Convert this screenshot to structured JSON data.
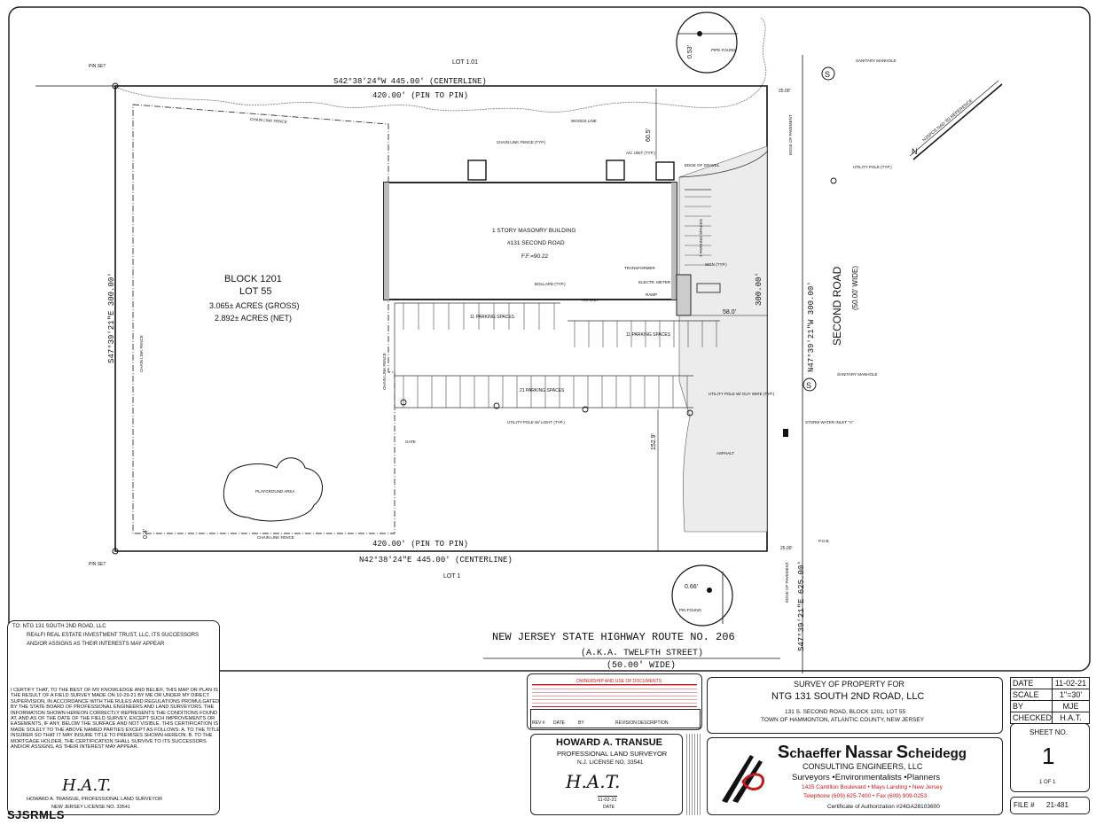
{
  "plan": {
    "lot_north": "LOT 1.01",
    "lot_south": "LOT 1",
    "north_bearing": "S42°38'24\"W 445.00' (CENTERLINE)",
    "north_pin": "420.00' (PIN TO PIN)",
    "south_pin": "420.00' (PIN TO PIN)",
    "south_bearing": "N42°38'24\"E 445.00' (CENTERLINE)",
    "west_bearing": "S47°39'21\"E 300.00'",
    "east_bearing": "N47°39'21\"W 300.00'",
    "east_dim": "300.00'",
    "hwy_bearing": "S47°39'21\"E 625.00'",
    "pin_set_nw": "PIN SET",
    "pin_set_sw": "PIN SET",
    "block": "BLOCK 1201",
    "lot": "LOT 55",
    "acres_gross": "3.065± ACRES (GROSS)",
    "acres_net": "2.892± ACRES (NET)",
    "building_line1": "1 STORY MASONRY BUILDING",
    "building_line2": "#131 SECOND ROAD",
    "building_ff": "F.F.=90.22",
    "chain_link_fence_top": "CHAIN LINK FENCE",
    "chain_link_fence_bottom": "CHAIN LINK FENCE",
    "chain_link_fence_west": "CHAIN LINK FENCE",
    "chain_link_fence_mid": "CHAIN LINK FENCE",
    "chain_link_fence_typ": "CHAIN LINK FENCE (TYP.)",
    "ac_unit_typ": "A/C UNIT (TYP.)",
    "ac_unit": "A/C UNIT",
    "woods_line": "WOODS LINE",
    "edge_of_gravel": "EDGE OF GRAVEL",
    "edge_of_pavement_n": "EDGE OF PAVEMENT",
    "edge_of_pavement_s": "EDGE OF PAVEMENT",
    "parking_7": "7 PARKING SPACES",
    "parking_11a": "11 PARKING SPACES",
    "parking_11b": "11 PARKING SPACES",
    "parking_21": "21 PARKING SPACES",
    "transformer": "TRANSFORMER",
    "electr_meter": "ELECTR. METER",
    "ramp": "RAMP",
    "sign": "SIGN (TYP.)",
    "bollard": "BOLLARD (TYP.)",
    "utility_pole_light": "UTILITY POLE W/ LIGHT (TYP.)",
    "utility_pole_guy": "UTILITY POLE W/ GUY WIRE (TYP.)",
    "utility_pole_typ": "UTILITY POLE (TYP.)",
    "sanitary_n": "SANITARY MANHOLE",
    "sanitary_s": "SANITARY MANHOLE",
    "storm_water": "STORM WATER INLET \"A\"",
    "asphalt": "ASPHALT",
    "gate": "GATE",
    "playground": "PLAYGROUND AREA",
    "pipe_found": "PIPE FOUND",
    "pin_found": "PIN FOUND",
    "pob": "P.O.B.",
    "nad_ref": "NJSPCS NAD '83 REFERENCE",
    "dim_60_5": "60.5'",
    "dim_58": "58.0'",
    "dim_152_9": "152.9'",
    "dim_0_4": "0.4'",
    "dim_0_53": "0.53'",
    "dim_0_66": "0.66'",
    "dim_25_n": "25.00'",
    "dim_25_s": "25.00'",
    "road_name": "SECOND ROAD",
    "road_width": "(50.00' WIDE)",
    "hwy_name": "NEW JERSEY STATE HIGHWAY ROUTE NO. 206",
    "hwy_aka": "(A.K.A. TWELFTH STREET)",
    "hwy_width": "(50.00' WIDE)",
    "north_letter": "N"
  },
  "certification": {
    "to1": "TO: NTG 131 SOUTH 2ND ROAD, LLC",
    "to2": "REALFI REAL ESTATE INVESTMENT TRUST, LLC, ITS SUCCESSORS",
    "to3": "AND/OR ASSIGNS AS THEIR INTERESTS MAY APPEAR",
    "body": "I CERTIFY THAT, TO THE BEST OF MY KNOWLEDGE AND BELIEF, THIS MAP OR PLAN IS THE RESULT OF A FIELD SURVEY MADE ON 10-29-21 BY ME OR UNDER MY DIRECT SUPERVISION, IN ACCORDANCE WITH THE RULES AND REGULATIONS PROMULGATED BY THE STATE BOARD OF PROFESSIONAL ENGINEERS AND LAND SURVEYORS. THE INFORMATION SHOWN HEREON CORRECTLY REPRESENTS THE CONDITIONS FOUND AT, AND AS OF THE DATE OF THE FIELD SURVEY, EXCEPT SUCH IMPROVEMENTS OR EASEMENTS, IF ANY, BELOW THE SURFACE AND NOT VISIBLE. THIS CERTIFICATION IS MADE SOLELY TO THE ABOVE NAMED PARTIES EXCEPT AS FOLLOWS: A. TO THE TITLE INSURER SO THAT IT MAY INSURE TITLE TO PREMISES SHOWN HEREON. B. TO THE MORTGAGE HOLDER, THE CERTIFICATION SHALL SURVIVE TO ITS SUCCESSORS AND/OR ASSIGNS, AS THEIR INTEREST MAY APPEAR.",
    "signer": "HOWARD A. TRANSUE, PROFESSIONAL LAND SURVEYOR",
    "license": "NEW JERSEY LICENSE NO. 33541"
  },
  "revisions": {
    "header": "OWNERSHIP AND USE OF DOCUMENTS",
    "col_rev": "REV #",
    "col_date": "DATE",
    "col_by": "BY",
    "col_desc": "REVISION DESCRIPTION"
  },
  "surveyor": {
    "name": "HOWARD A. TRANSUE",
    "title": "PROFESSIONAL LAND SURVEYOR",
    "license": "N.J. LICENSE NO. 33541",
    "sig_date": "11-02-21",
    "date_label": "DATE"
  },
  "title_block": {
    "line1": "SURVEY OF PROPERTY FOR",
    "line2": "NTG 131 SOUTH 2ND ROAD, LLC",
    "line3": "131 S. SECOND ROAD, BLOCK 1201, LOT 55",
    "line4": "TOWN OF HAMMONTON, ATLANTIC COUNTY, NEW JERSEY"
  },
  "firm": {
    "name_1": "chaeffer ",
    "name_2": "assar ",
    "name_3": "cheidegg",
    "name_s1": "S",
    "name_n": "N",
    "name_s2": "S",
    "sub": "CONSULTING ENGINEERS, LLC",
    "services": "Surveyors  •Environmentalists  •Planners",
    "address": "1425 Cantillon Boulevard  • Mays Landing  • New Jersey",
    "phone": "Telephone (609) 625-7400  • Fax (609) 909-0253",
    "cert": "Certificate of Authorization #24GA28103600"
  },
  "sheet_info": {
    "date_label": "DATE",
    "date": "11-02-21",
    "scale_label": "SCALE",
    "scale": "1\"=30'",
    "by_label": "BY",
    "by": "MJE",
    "checked_label": "CHECKED",
    "checked": "H.A.T.",
    "sheet_label": "SHEET NO.",
    "sheet_no": "1",
    "of": "1 OF 1",
    "file_label": "FILE #",
    "file_no": "21-481"
  },
  "watermark": "SJSRMLS",
  "signature_initials": "H.A.T."
}
